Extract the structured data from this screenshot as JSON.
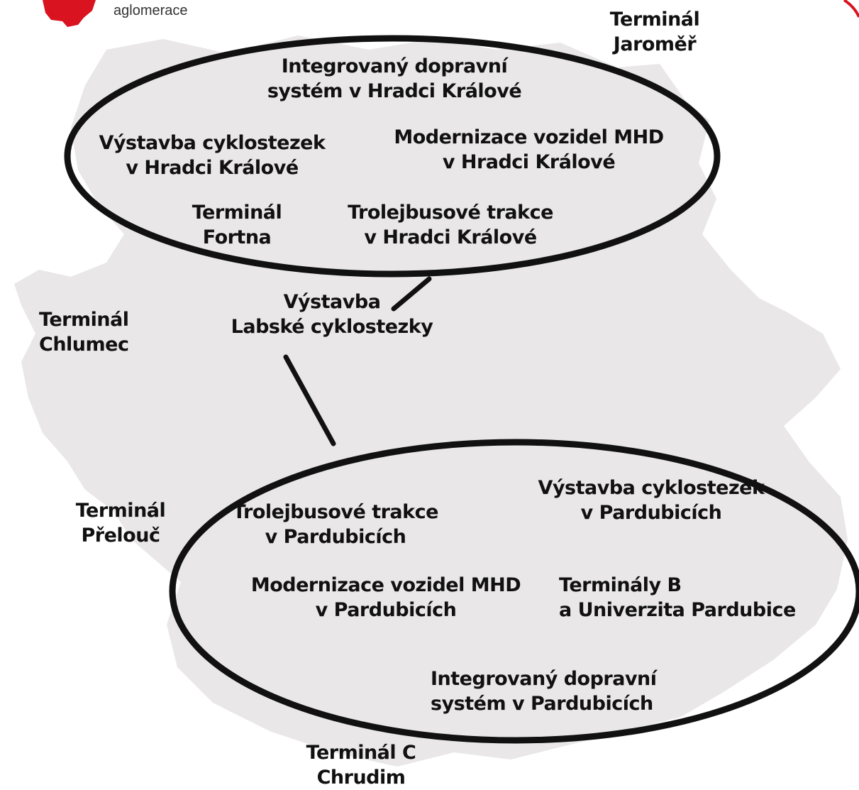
{
  "logo": {
    "text": "aglomerace",
    "accent_color": "#d9131f"
  },
  "colors": {
    "map_fill": "#e9e7e8",
    "ellipse_stroke": "#111111",
    "text": "#111111"
  },
  "hradec_group": {
    "items": [
      {
        "lines": [
          "Integrovaný dopravní",
          "systém v Hradci Králové"
        ]
      },
      {
        "lines": [
          "Výstavba cyklostezek",
          "v Hradci Králové"
        ]
      },
      {
        "lines": [
          "Modernizace vozidel MHD",
          "v Hradci Králové"
        ]
      },
      {
        "lines": [
          "Terminál",
          "Fortna"
        ]
      },
      {
        "lines": [
          "Trolejbusové trakce",
          "v Hradci Králové"
        ]
      }
    ]
  },
  "pardubice_group": {
    "items": [
      {
        "lines": [
          "Trolejbusové trakce",
          "v Pardubicích"
        ]
      },
      {
        "lines": [
          "Výstavba cyklostezek",
          "v Pardubicích"
        ]
      },
      {
        "lines": [
          "Modernizace vozidel MHD",
          "v Pardubicích"
        ]
      },
      {
        "lines": [
          "Terminály B",
          "a Univerzita Pardubice"
        ]
      },
      {
        "lines": [
          "Integrovaný dopravní",
          "systém v Pardubicích"
        ]
      }
    ]
  },
  "connector": {
    "lines": [
      "Výstavba",
      "Labské cyklostezky"
    ]
  },
  "outer_terminals": [
    {
      "lines": [
        "Terminál",
        "Jaroměř"
      ]
    },
    {
      "lines": [
        "Terminál",
        "Chlumec"
      ]
    },
    {
      "lines": [
        "Terminál",
        "Přelouč"
      ]
    },
    {
      "lines": [
        "Terminál C",
        "Chrudim"
      ]
    }
  ]
}
